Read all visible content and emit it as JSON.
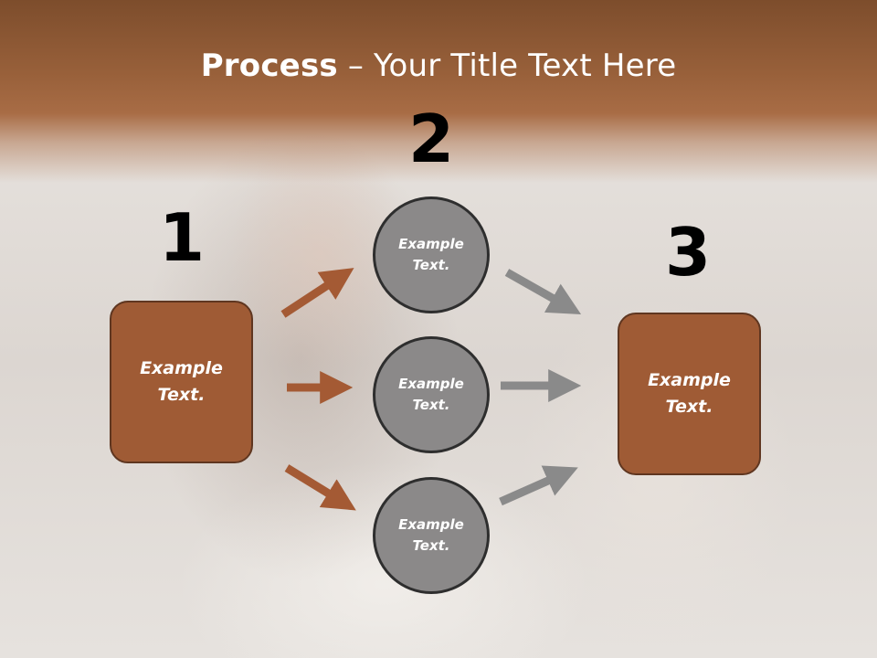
{
  "title": {
    "bold": "Process",
    "rest": " – Your Title Text Here"
  },
  "steps": [
    {
      "number": "1",
      "text": "Example\nText."
    },
    {
      "number": "2",
      "text": "Example\nText."
    },
    {
      "number": "3",
      "text": "Example\nText."
    }
  ],
  "circles": [
    {
      "text": "Example\nText."
    },
    {
      "text": "Example\nText."
    },
    {
      "text": "Example\nText."
    }
  ],
  "colors": {
    "brown_box": "#9f5b35",
    "brown_arrow": "#a45a34",
    "gray_circle": "#8b8989",
    "gray_arrow": "#8a8a8a",
    "header": "#98603a"
  }
}
